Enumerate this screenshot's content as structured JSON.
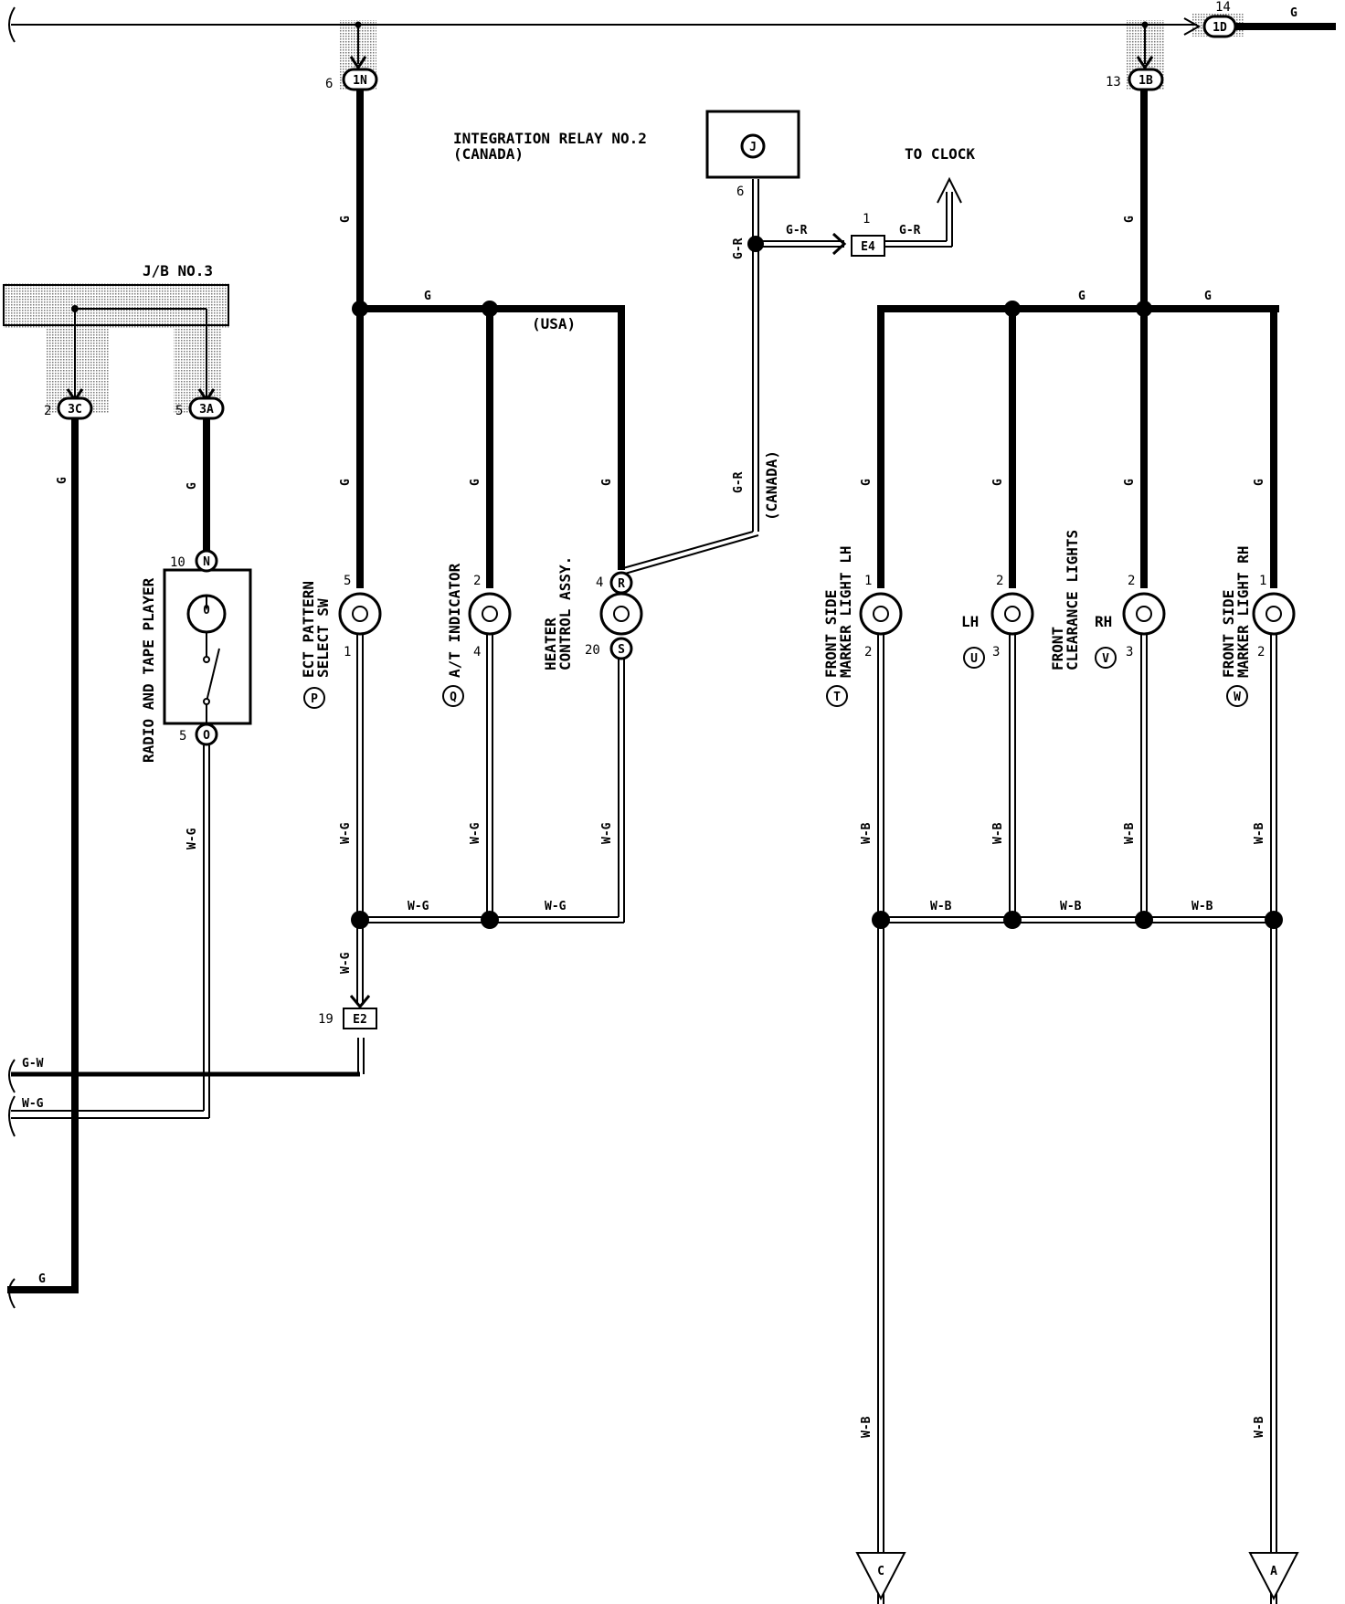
{
  "diagram": {
    "labels": {
      "jb3": "J/B NO.3",
      "relay": "INTEGRATION RELAY NO.2",
      "relay_sub": "(CANADA)",
      "relay_conn": "J",
      "to_clock": "TO CLOCK",
      "usa": "(USA)",
      "canada": "(CANADA)",
      "radio": "RADIO AND TAPE PLAYER",
      "ect1": "ECT PATTERN",
      "ect2": "SELECT SW",
      "at": "A/T INDICATOR",
      "heater1": "HEATER",
      "heater2": "CONTROL ASSY.",
      "fslh1": "FRONT SIDE",
      "fslh2": "MARKER LIGHT LH",
      "clr1": "FRONT",
      "clr2": "CLEARANCE LIGHTS",
      "fsrh1": "FRONT SIDE",
      "fsrh2": "MARKER LIGHT RH",
      "lh": "LH",
      "rh": "RH"
    },
    "connectors": {
      "c1D": "1D",
      "c1N": "1N",
      "c1B": "1B",
      "c3C": "3C",
      "c3A": "3A",
      "E4": "E4",
      "E2": "E2",
      "N": "N",
      "O": "O",
      "R": "R",
      "S": "S",
      "P": "P",
      "Q": "Q",
      "T": "T",
      "U": "U",
      "V": "V",
      "W": "W",
      "gndC": "C",
      "gndA": "A"
    },
    "pins": {
      "p14": "14",
      "p6": "6",
      "p13": "13",
      "p2a": "2",
      "p5a": "5",
      "p10": "10",
      "p5b": "5",
      "p5c": "5",
      "p1a": "1",
      "p2b": "2",
      "p4a": "4",
      "p4b": "4",
      "p20": "20",
      "p6r": "6",
      "p1e4": "1",
      "p19": "19",
      "p1t": "1",
      "p2t": "2",
      "p2u": "2",
      "p3u": "3",
      "p2v": "2",
      "p3v": "3",
      "p1w": "1",
      "p2w": "2"
    },
    "wires": {
      "G": "G",
      "GR": "G-R",
      "WG": "W-G",
      "WB": "W-B",
      "GW": "G-W"
    }
  }
}
